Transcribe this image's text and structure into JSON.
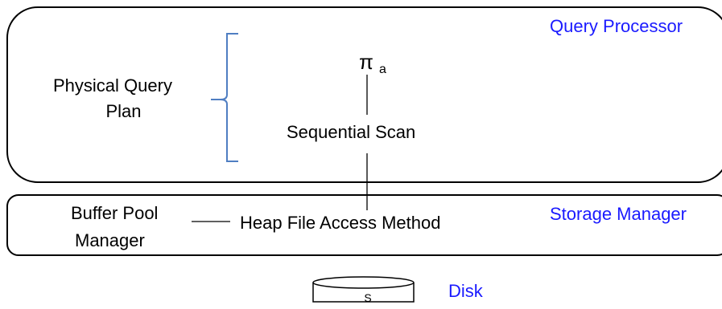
{
  "layers": {
    "query_processor": "Query Processor",
    "storage_manager": "Storage Manager",
    "disk": "Disk"
  },
  "physical_query_plan": {
    "line1": "Physical Query",
    "line2": "Plan"
  },
  "operators": {
    "projection_symbol": "π",
    "projection_attr": "a",
    "scan": "Sequential Scan",
    "access_method": "Heap File Access Method"
  },
  "buffer_pool": {
    "line1": "Buffer Pool",
    "line2": "Manager"
  },
  "disk": {
    "table_name": "S"
  },
  "colors": {
    "layer_label": "#1a1aff",
    "brace": "#4f7ec2",
    "border": "#000000"
  }
}
